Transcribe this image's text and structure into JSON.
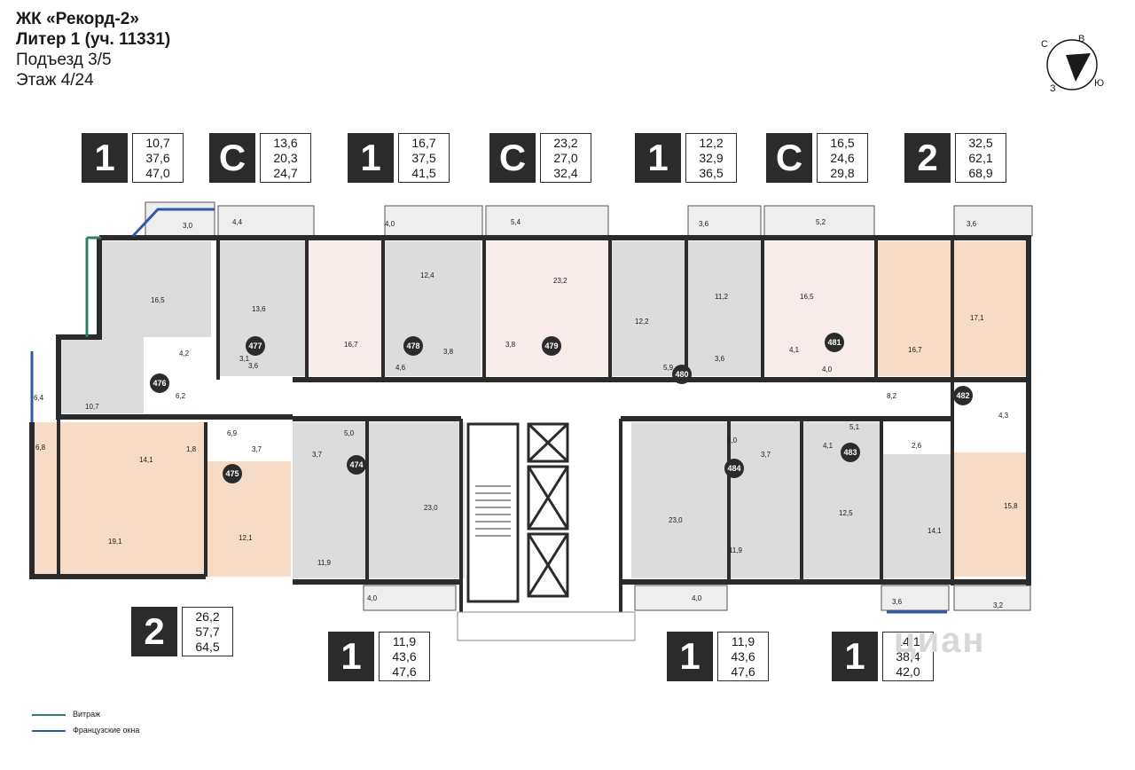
{
  "header": {
    "complex": "ЖК «Рекорд-2»",
    "building": "Литер 1 (уч. 11331)",
    "entrance": "Подъезд 3/5",
    "floor": "Этаж 4/24"
  },
  "compass": {
    "n": "С",
    "e": "В",
    "s": "Ю",
    "w": "З"
  },
  "apartments": [
    {
      "rooms": "1",
      "areas": [
        "10,7",
        "37,6",
        "47,0"
      ],
      "number": "476"
    },
    {
      "rooms": "С",
      "areas": [
        "13,6",
        "20,3",
        "24,7"
      ],
      "number": "477"
    },
    {
      "rooms": "1",
      "areas": [
        "16,7",
        "37,5",
        "41,5"
      ],
      "number": "478"
    },
    {
      "rooms": "С",
      "areas": [
        "23,2",
        "27,0",
        "32,4"
      ],
      "number": "479"
    },
    {
      "rooms": "1",
      "areas": [
        "12,2",
        "32,9",
        "36,5"
      ],
      "number": "480"
    },
    {
      "rooms": "С",
      "areas": [
        "16,5",
        "24,6",
        "29,8"
      ],
      "number": "481"
    },
    {
      "rooms": "2",
      "areas": [
        "32,5",
        "62,1",
        "68,9"
      ],
      "number": "482"
    },
    {
      "rooms": "2",
      "areas": [
        "26,2",
        "57,7",
        "64,5"
      ],
      "number": "475"
    },
    {
      "rooms": "1",
      "areas": [
        "11,9",
        "43,6",
        "47,6"
      ],
      "number": "474"
    },
    {
      "rooms": "1",
      "areas": [
        "11,9",
        "43,6",
        "47,6"
      ],
      "number": "484"
    },
    {
      "rooms": "1",
      "areas": [
        "14,1",
        "38,4",
        "42,0"
      ],
      "number": "483"
    }
  ],
  "room_labels": [
    "3,0",
    "16,5",
    "4,2",
    "6,2",
    "10,7",
    "6,4",
    "4,4",
    "13,6",
    "3,1",
    "3,6",
    "16,7",
    "4,0",
    "12,4",
    "4,6",
    "3,8",
    "5,4",
    "23,2",
    "3,8",
    "12,2",
    "5,9",
    "3,6",
    "11,2",
    "3,6",
    "5,2",
    "16,5",
    "4,1",
    "4,0",
    "16,7",
    "3,6",
    "17,1",
    "8,2",
    "4,3",
    "15,8",
    "6,8",
    "14,1",
    "1,8",
    "6,9",
    "3,7",
    "19,1",
    "12,1",
    "5,0",
    "3,7",
    "11,9",
    "23,0",
    "4,0",
    "23,0",
    "5,0",
    "3,7",
    "11,9",
    "4,0",
    "4,1",
    "12,5",
    "5,1",
    "2,6",
    "14,1",
    "3,6",
    "3,2"
  ],
  "legend": [
    {
      "label": "Витраж",
      "color": "#2e7d6b"
    },
    {
      "label": "Французские окна",
      "color": "#2f5aa8"
    }
  ],
  "colors": {
    "wall": "#2b2b2b",
    "room_gray": "#dcdcdc",
    "room_pink": "#f7ece9",
    "room_peach": "#f6dcc7",
    "accent": "#2b2b2b"
  },
  "watermark": "циан"
}
